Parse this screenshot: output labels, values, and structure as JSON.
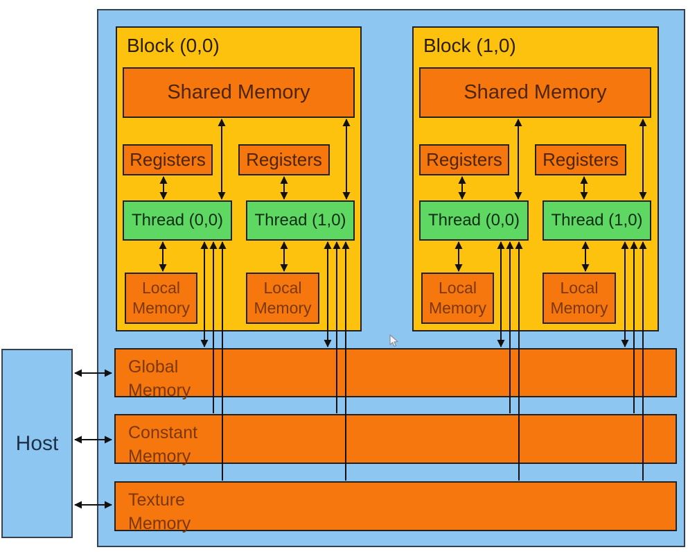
{
  "host": {
    "label": "Host"
  },
  "blocks": [
    {
      "title": "Block (0,0)",
      "shared_memory_label": "Shared Memory",
      "registers": [
        "Registers",
        "Registers"
      ],
      "threads": [
        "Thread (0,0)",
        "Thread (1,0)"
      ],
      "local_memory": [
        "Local Memory",
        "Local Memory"
      ]
    },
    {
      "title": "Block (1,0)",
      "shared_memory_label": "Shared Memory",
      "registers": [
        "Registers",
        "Registers"
      ],
      "threads": [
        "Thread (0,0)",
        "Thread (1,0)"
      ],
      "local_memory": [
        "Local Memory",
        "Local Memory"
      ]
    }
  ],
  "device_memories": [
    {
      "label": "Global Memory"
    },
    {
      "label": "Constant Memory"
    },
    {
      "label": "Texture Memory"
    }
  ],
  "colors": {
    "device_background": "#8dc6f0",
    "block_background": "#fdc20d",
    "memory_orange": "#f5770e",
    "thread_green": "#5ed863",
    "outline": "#23211d",
    "arrow": "#111111",
    "bar_text_brown": "#7c370b",
    "host_text": "#1e3048"
  }
}
